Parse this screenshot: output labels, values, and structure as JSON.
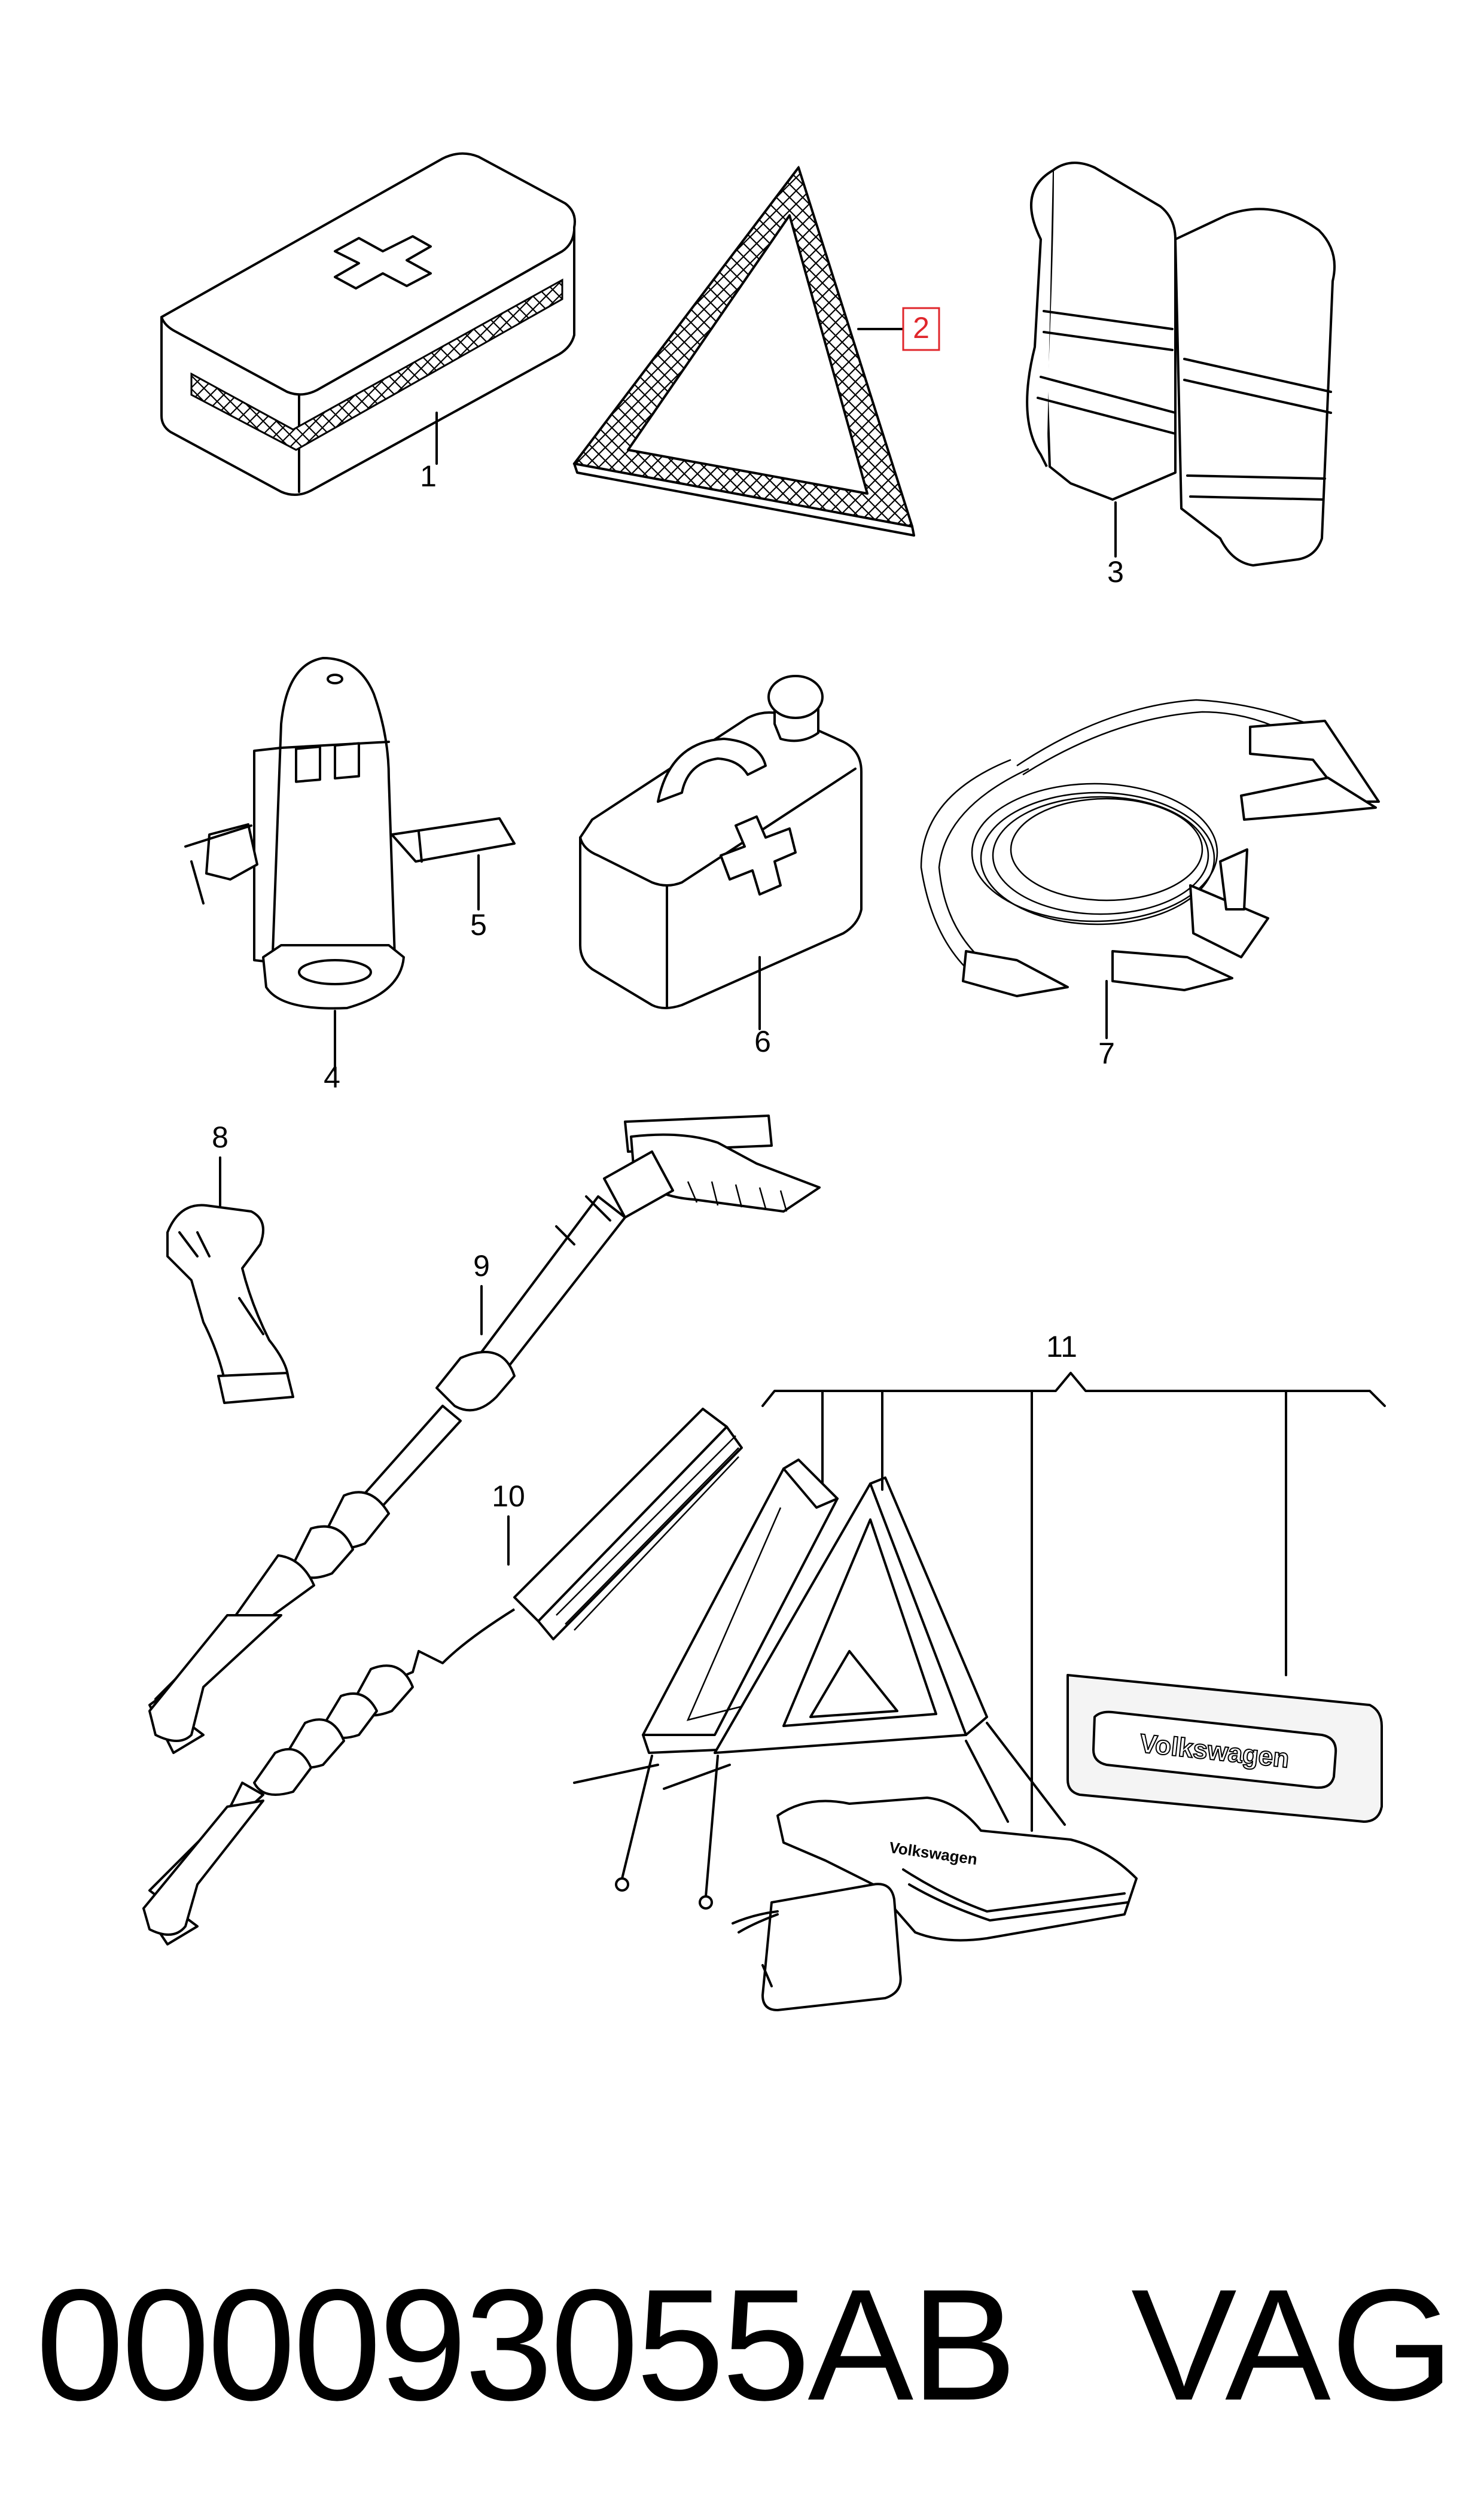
{
  "footer": {
    "part_number": "000093055AB",
    "brand": "VAG"
  },
  "items": [
    {
      "id": "1",
      "label": "1",
      "icon": "first-aid-kit-icon"
    },
    {
      "id": "2",
      "label": "2",
      "icon": "warning-triangle-icon",
      "highlighted": true
    },
    {
      "id": "3",
      "label": "3",
      "icon": "safety-vest-icon"
    },
    {
      "id": "4",
      "label": "4",
      "icon": "fire-extinguisher-icon"
    },
    {
      "id": "5",
      "label": "5",
      "icon": "mounting-bracket-icon"
    },
    {
      "id": "6",
      "label": "6",
      "icon": "fuel-canister-icon"
    },
    {
      "id": "7",
      "label": "7",
      "icon": "jumper-cables-icon"
    },
    {
      "id": "8",
      "label": "8",
      "icon": "ice-scraper-handle-icon"
    },
    {
      "id": "9",
      "label": "9",
      "icon": "snow-brush-icon"
    },
    {
      "id": "10",
      "label": "10",
      "icon": "snow-brush-small-icon"
    },
    {
      "id": "11",
      "label": "11",
      "icon": "safety-set-icon"
    }
  ],
  "bag_text": "Volkswagen",
  "sleeve_text": "Volkswagen",
  "colors": {
    "callout_highlight": "#e0262b",
    "line": "#000000",
    "background": "#ffffff"
  }
}
